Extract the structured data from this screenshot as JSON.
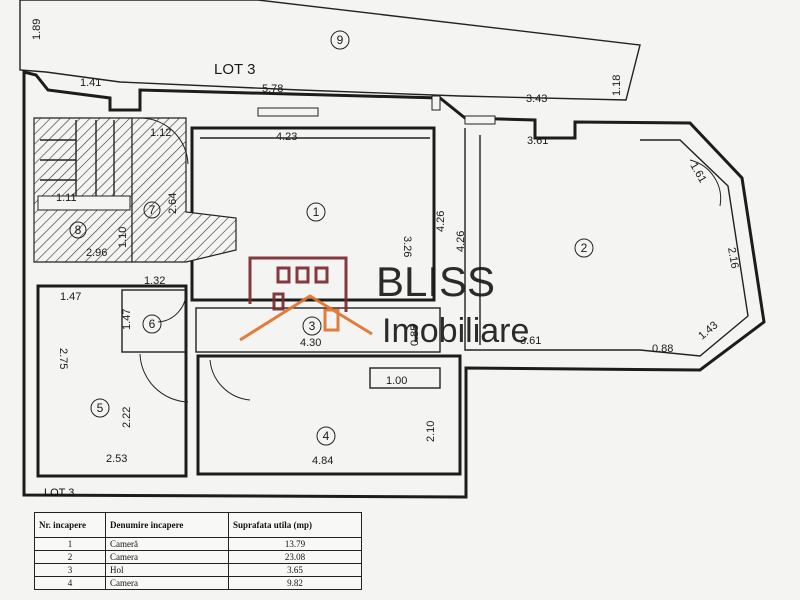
{
  "plan": {
    "lot_label_top": "LOT 3",
    "lot_label_bottom": "LOT 3",
    "rooms": [
      {
        "id": "1"
      },
      {
        "id": "2"
      },
      {
        "id": "3"
      },
      {
        "id": "4"
      },
      {
        "id": "5"
      },
      {
        "id": "6"
      },
      {
        "id": "7"
      },
      {
        "id": "8"
      },
      {
        "id": "9"
      }
    ],
    "dimensions": {
      "d_1_89": "1.89",
      "d_1_41": "1.41",
      "d_5_78": "5.78",
      "d_3_43": "3.43",
      "d_1_18": "1.18",
      "d_1_12": "1.12",
      "d_4_23": "4.23",
      "d_3_61a": "3.61",
      "d_1_61": "1.61",
      "d_2_64": "2.64",
      "d_1_11": "1.11",
      "d_1_10": "1.10",
      "d_2_96": "2.96",
      "d_3_26": "3.26",
      "d_4_26": "4.26",
      "d_2_16": "2.16",
      "d_1_32": "1.32",
      "d_1_47a": "1.47",
      "d_1_47b": "1.47",
      "d_4_30": "4.30",
      "d_0_85": "0.85",
      "d_3_61b": "3.61",
      "d_0_88": "0.88",
      "d_1_43": "1.43",
      "d_2_75": "2.75",
      "d_1_00": "1.00",
      "d_2_22": "2.22",
      "d_2_10": "2.10",
      "d_2_53": "2.53",
      "d_4_84": "4.84"
    }
  },
  "logo": {
    "brand_line1": "BLISS",
    "brand_line2": "Imobiliare",
    "colors": {
      "maroon": "#7a2a2e",
      "orange": "#e0722c",
      "gray": "#3b3b3b"
    }
  },
  "table": {
    "headers": [
      "Nr. incapere",
      "Denumire incapere",
      "Suprafata utila (mp)"
    ],
    "rows": [
      {
        "nr": "1",
        "name": "Cameră",
        "area": "13.79"
      },
      {
        "nr": "2",
        "name": "Camera",
        "area": "23.08"
      },
      {
        "nr": "3",
        "name": "Hol",
        "area": "3.65"
      },
      {
        "nr": "4",
        "name": "Camera",
        "area": "9.82"
      }
    ]
  }
}
